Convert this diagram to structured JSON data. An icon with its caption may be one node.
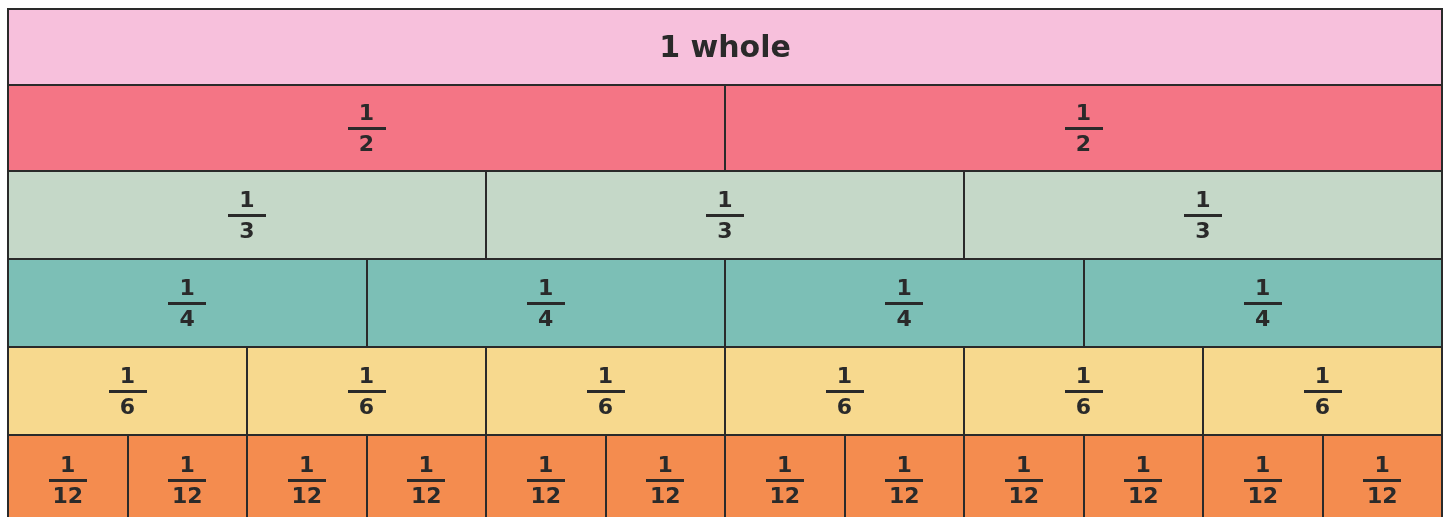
{
  "diagram": {
    "nodes": [
      {
        "text": [
          "1 whole"
        ]
      },
      {
        "text": [
          "1",
          "2"
        ]
      },
      {
        "text": [
          "1",
          "2"
        ]
      },
      {
        "text": [
          "1",
          "3"
        ]
      },
      {
        "text": [
          "1",
          "3"
        ]
      },
      {
        "text": [
          "1",
          "3"
        ]
      },
      {
        "text": [
          "1",
          "4"
        ]
      },
      {
        "text": [
          "1",
          "4"
        ]
      },
      {
        "text": [
          "1",
          "4"
        ]
      },
      {
        "text": [
          "1",
          "4"
        ]
      },
      {
        "text": [
          "1",
          "6"
        ]
      },
      {
        "text": [
          "1",
          "6"
        ]
      },
      {
        "text": [
          "1",
          "6"
        ]
      },
      {
        "text": [
          "1",
          "6"
        ]
      },
      {
        "text": [
          "1",
          "6"
        ]
      },
      {
        "text": [
          "1",
          "6"
        ]
      },
      {
        "text": [
          "1",
          "12"
        ]
      },
      {
        "text": [
          "1",
          "12"
        ]
      },
      {
        "text": [
          "1",
          "12"
        ]
      },
      {
        "text": [
          "1",
          "12"
        ]
      },
      {
        "text": [
          "1",
          "12"
        ]
      },
      {
        "text": [
          "1",
          "12"
        ]
      },
      {
        "text": [
          "1",
          "12"
        ]
      },
      {
        "text": [
          "1",
          "12"
        ]
      },
      {
        "text": [
          "1",
          "12"
        ]
      },
      {
        "text": [
          "1",
          "12"
        ]
      },
      {
        "text": [
          "1",
          "12"
        ]
      },
      {
        "text": [
          "1",
          "12"
        ]
      }
    ]
  }
}
